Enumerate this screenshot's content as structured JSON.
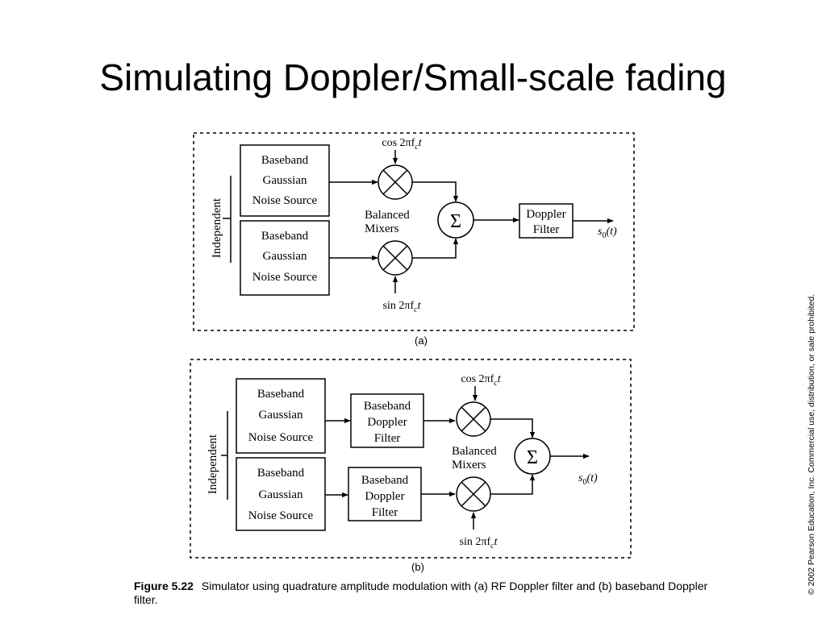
{
  "slide": {
    "title": "Simulating Doppler/Small-scale fading",
    "copyright": "© 2002 Pearson Education, Inc. Commercial use, distribution, or sale prohibited."
  },
  "diagram_a": {
    "sublabel": "(a)",
    "independent": "Independent",
    "noise_source_1": [
      "Baseband",
      "Gaussian",
      "Noise Source"
    ],
    "noise_source_2": [
      "Baseband",
      "Gaussian",
      "Noise Source"
    ],
    "cos_input": "cos 2πf",
    "cos_input_sub": "c",
    "sin_input": "sin 2πf",
    "sin_input_sub": "c",
    "time_var": "t",
    "mixers_label": [
      "Balanced",
      "Mixers"
    ],
    "summer_symbol": "Σ",
    "doppler_filter": [
      "Doppler",
      "Filter"
    ],
    "output_s": "s",
    "output_sub": "0",
    "output_arg": "(t)"
  },
  "diagram_b": {
    "sublabel": "(b)",
    "independent": "Independent",
    "noise_source_1": [
      "Baseband",
      "Gaussian",
      "Noise Source"
    ],
    "noise_source_2": [
      "Baseband",
      "Gaussian",
      "Noise Source"
    ],
    "doppler_filter_1": [
      "Baseband",
      "Doppler",
      "Filter"
    ],
    "doppler_filter_2": [
      "Baseband",
      "Doppler",
      "Filter"
    ],
    "cos_input": "cos 2πf",
    "cos_input_sub": "c",
    "sin_input": "sin 2πf",
    "sin_input_sub": "c",
    "time_var": "t",
    "mixers_label": [
      "Balanced",
      "Mixers"
    ],
    "summer_symbol": "Σ",
    "output_s": "s",
    "output_sub": "0",
    "output_arg": "(t)"
  },
  "caption": {
    "figure_label": "Figure 5.22",
    "text": "Simulator using quadrature amplitude modulation with (a) RF Doppler filter and (b) baseband Doppler filter."
  }
}
